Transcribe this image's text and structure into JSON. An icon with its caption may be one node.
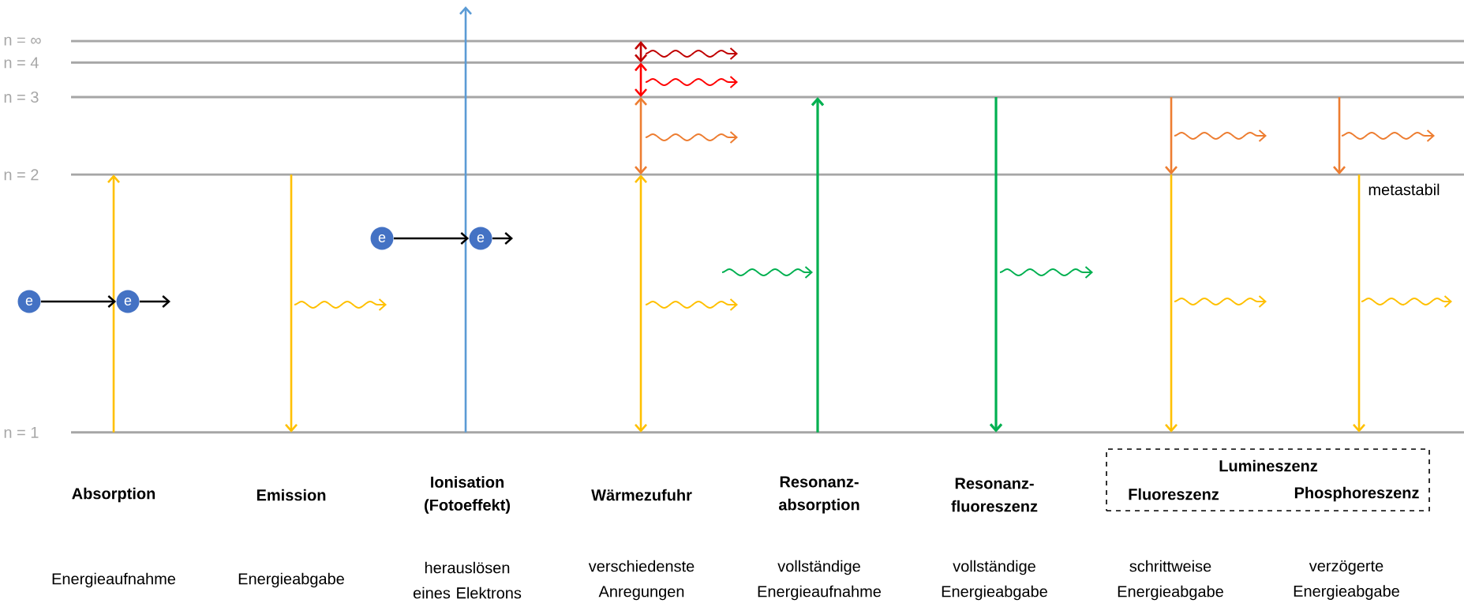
{
  "diagram": {
    "nodes": [
      {
        "text": [
          "e"
        ]
      },
      {
        "text": [
          "e"
        ]
      },
      {
        "text": [
          "e"
        ]
      },
      {
        "text": [
          "e"
        ]
      },
      {
        "text": [
          "Lumineszenz",
          "Fluoreszenz",
          "Phosphoreszenz"
        ]
      }
    ],
    "edges": [
      {
        "from": 0,
        "to": 1,
        "arrow": "to"
      },
      {
        "from": 1,
        "to": null,
        "arrow": "to"
      },
      {
        "from": 2,
        "to": 3,
        "arrow": "to"
      },
      {
        "from": 3,
        "to": null,
        "arrow": "to"
      }
    ],
    "labels": [
      "n = ∞",
      "n = 4",
      "n = 3",
      "n = 2",
      "n = 1",
      "metastabil",
      "Absorption",
      "Emission",
      "Ionisation (Fotoeffekt)",
      "Wärmezufuhr",
      "Resonanz-absorption",
      "Resonanz-fluoreszenz",
      "Energieaufnahme",
      "Energieabgabe",
      "herauslösen eines Elektrons",
      "verschiedenste Anregungen",
      "vollständige Energieaufnahme",
      "vollständige Energieabgabe",
      "schrittweise Energieabgabe",
      "verzögerte Energieabgabe"
    ]
  }
}
